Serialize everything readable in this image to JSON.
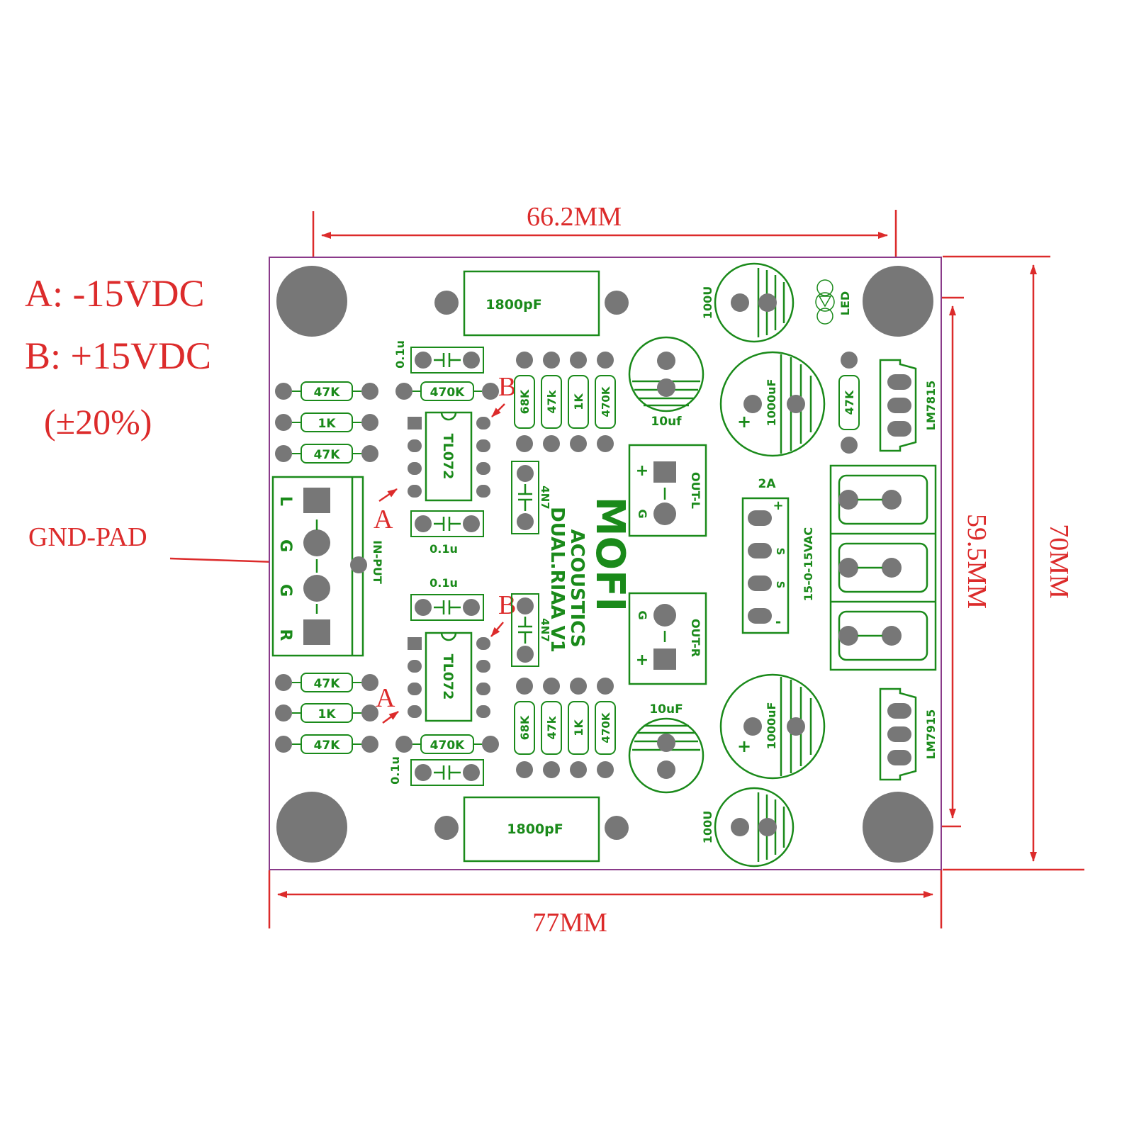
{
  "notes": {
    "a_supply": "A: -15VDC",
    "b_supply": "B: +15VDC",
    "tolerance": "(±20%)",
    "gnd_pad": "GND-PAD"
  },
  "dimensions": {
    "hole_spacing_x": "66.2MM",
    "board_width": "77MM",
    "board_height": "70MM",
    "hole_spacing_y": "59.5MM"
  },
  "markers": {
    "a": "A",
    "b": "B"
  },
  "silkscreen": {
    "cap_1800_top": "1800pF",
    "cap_1800_bottom": "1800pF",
    "cap_01u": "0.1u",
    "r_47k": "47K",
    "r_1k": "1K",
    "r_470k": "470K",
    "r_68k": "68K",
    "r_47k_small": "47k",
    "r_1k_v": "1K",
    "r_470k_v": "470K",
    "opamp": "TL072",
    "c_4n7": "4N7",
    "c_10uf": "10uf",
    "c_10uF": "10uF",
    "c_100u": "100U",
    "c_1000uf": "1000uF",
    "led": "LED",
    "reg_top": "LM7815",
    "reg_bottom": "LM7915",
    "r_47k_reg": "47K",
    "fuse": "2A",
    "ac_input": "15-0-15VAC",
    "out_l": "OUT-L",
    "out_r": "OUT-R",
    "in_put": "IN-PUT",
    "pin_l": "L",
    "pin_g": "G",
    "pin_r": "R",
    "plus": "+",
    "minus": "-",
    "s": "S",
    "brand": "MOFI",
    "brand_sub1": "ACOUSTICS",
    "brand_sub2": "DUAL.RIAA V1"
  },
  "colors": {
    "silk": "#1a8a1a",
    "dimension": "#dc2b2b",
    "pad": "#777777",
    "outline": "#8a3a8a"
  }
}
